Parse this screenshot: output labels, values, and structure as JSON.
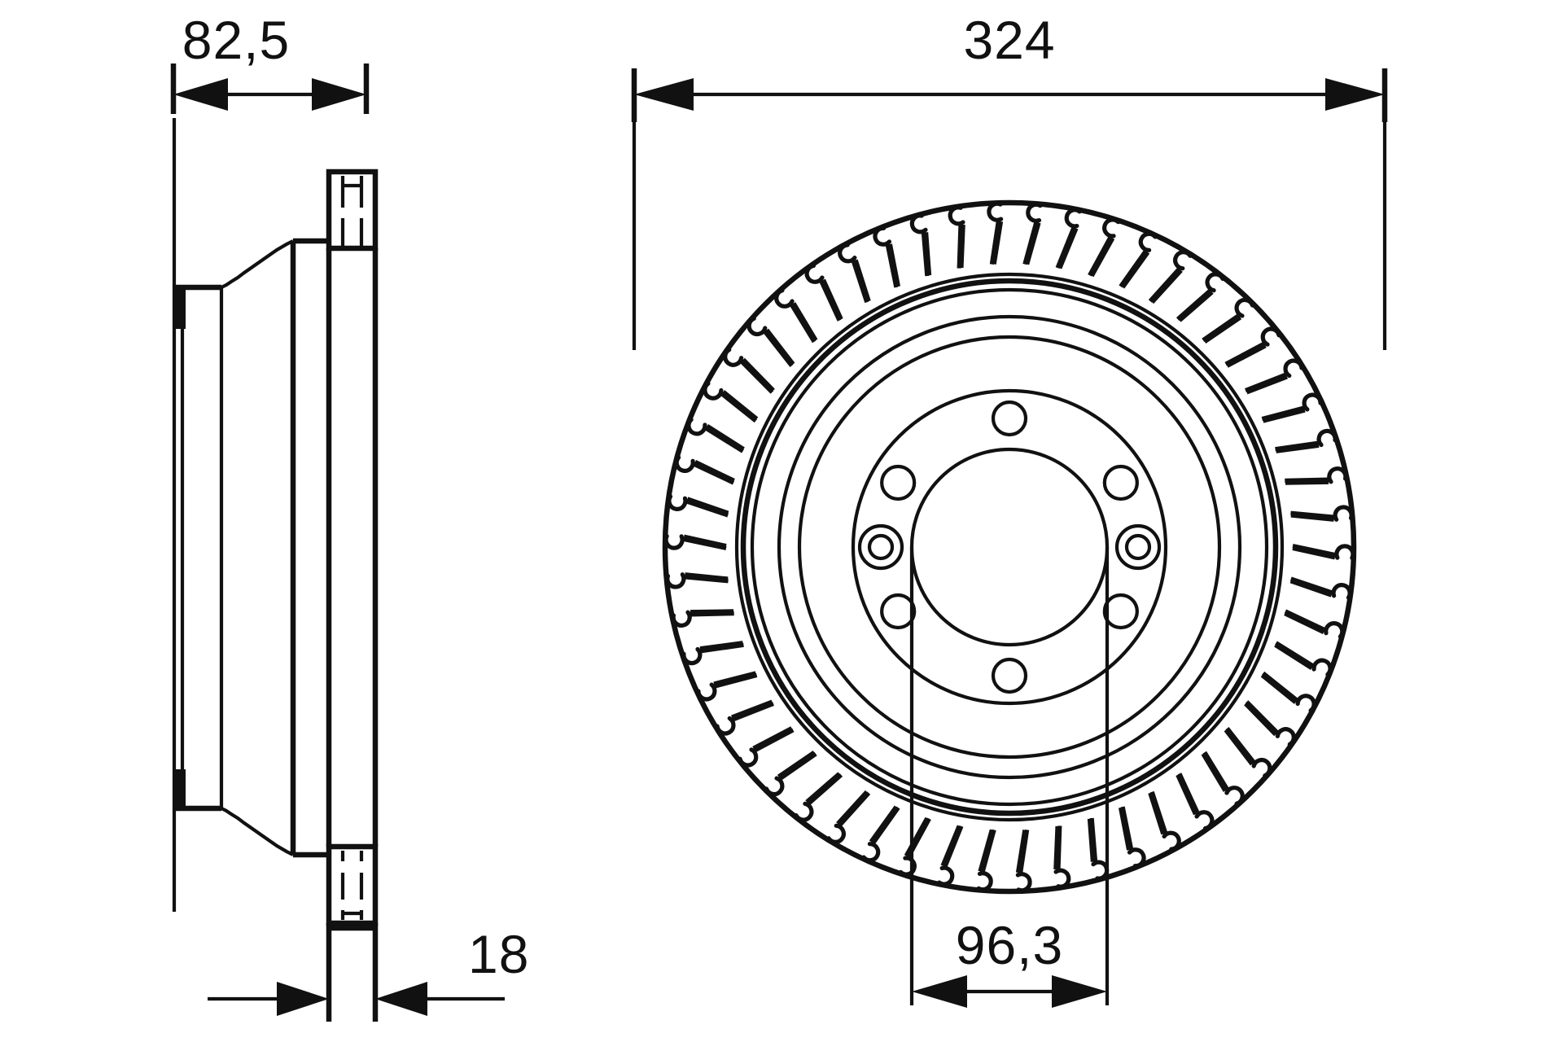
{
  "document": {
    "type": "technical-drawing",
    "subject": "Ventilated brake disc — side section view and face view",
    "background_color": "#ffffff",
    "line_color": "#111111"
  },
  "dimensions": {
    "width_across_disc": {
      "label": "82,5",
      "name": "overall-hub-depth",
      "units_implied": "mm"
    },
    "diameter": {
      "label": "324",
      "name": "outer-diameter",
      "units_implied": "mm"
    },
    "thickness": {
      "label": "18",
      "name": "disc-thickness",
      "units_implied": "mm"
    },
    "center_bore": {
      "label": "96,3",
      "name": "center-bore-diameter",
      "units_implied": "mm"
    }
  },
  "side_view": {
    "name": "section-side-view",
    "top_dimension_label": "82,5",
    "bottom_dimension_label": "18"
  },
  "face_view": {
    "name": "disc-face-view",
    "top_dimension_label": "324",
    "bottom_dimension_label": "96,3",
    "bolt_hole_count": 6,
    "extraction_hole_count": 2,
    "vane_count": 54
  },
  "chart_data": {
    "type": "table",
    "title": "Brake disc dimensions",
    "categories": [
      "82,5",
      "324",
      "18",
      "96,3"
    ],
    "values": [
      82.5,
      324,
      18,
      96.3
    ]
  }
}
